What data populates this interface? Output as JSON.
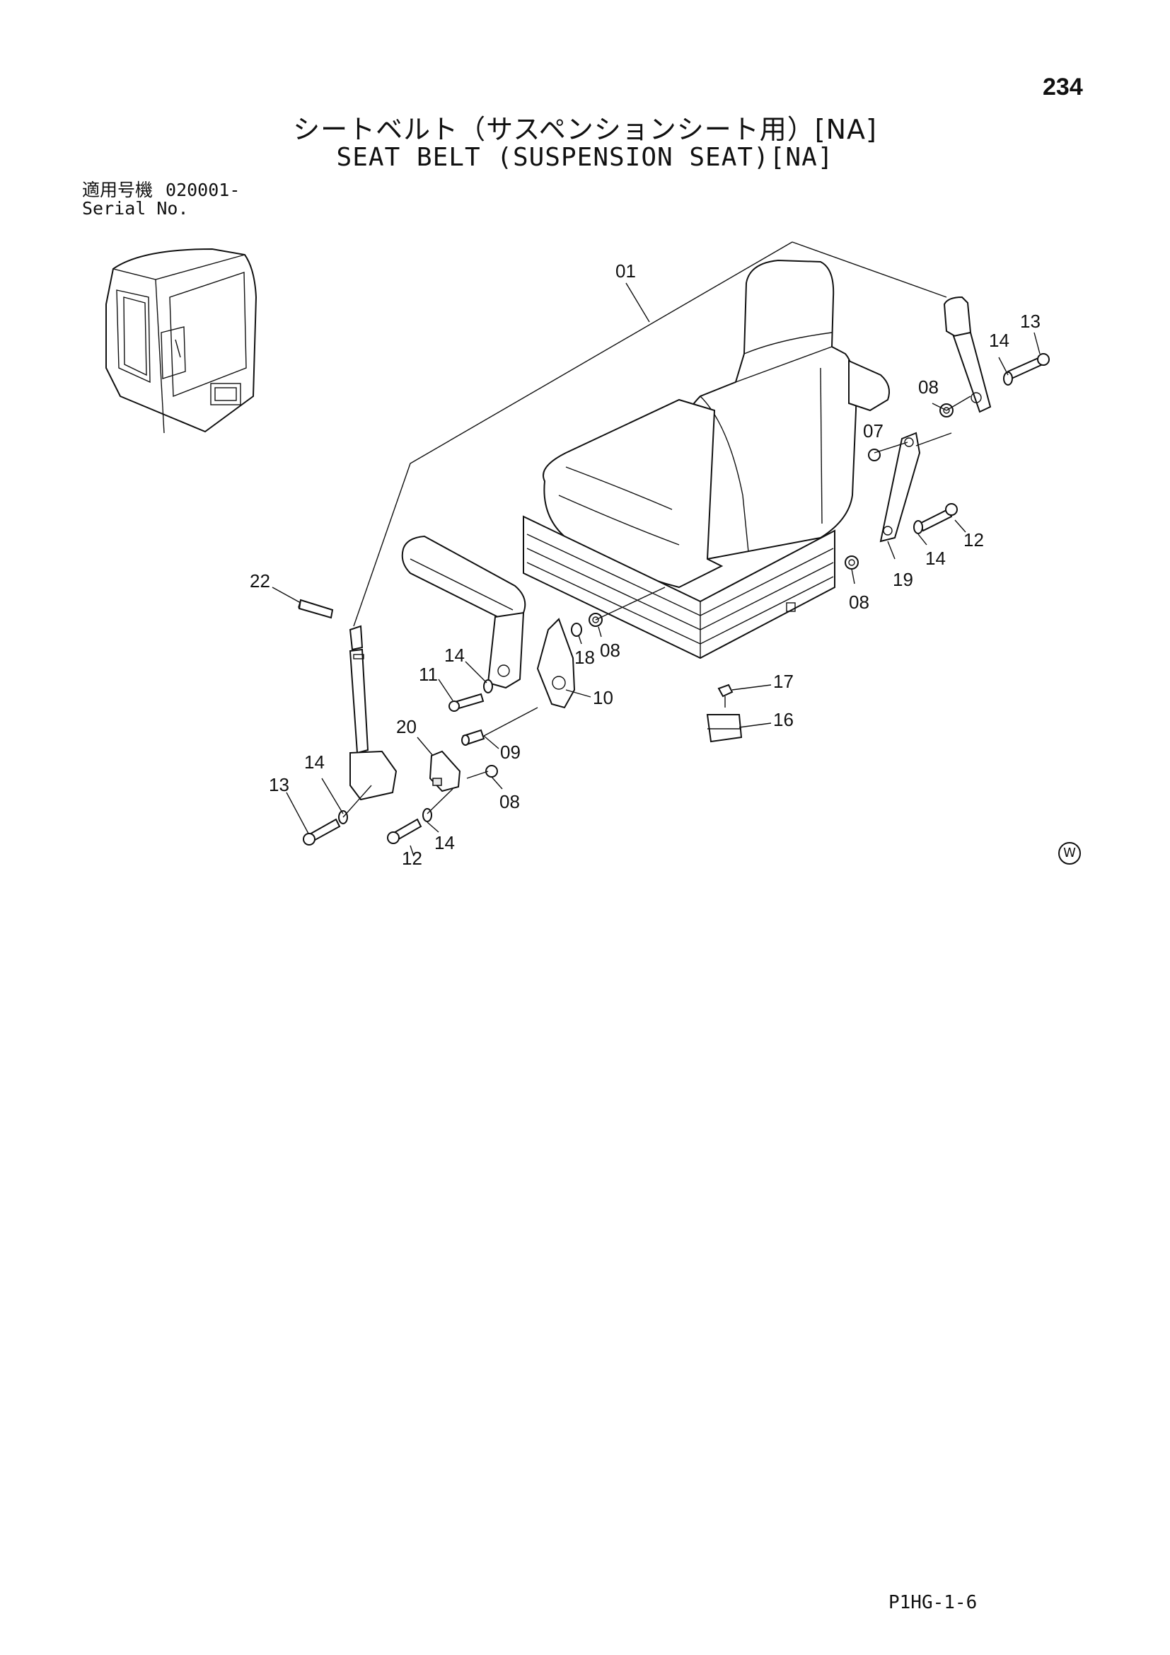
{
  "page_number": "234",
  "title_jp": "シートベルト（サスペンションシート用）[NA]",
  "title_en": "SEAT BELT (SUSPENSION SEAT)[NA]",
  "serial": {
    "label_jp": "適用号機",
    "value": "020001-",
    "label_en": "Serial No."
  },
  "callouts": {
    "c01": "01",
    "c07": "07",
    "c08a": "08",
    "c08b": "08",
    "c08c": "08",
    "c08d": "08",
    "c09": "09",
    "c10": "10",
    "c11": "11",
    "c12a": "12",
    "c12b": "12",
    "c13a": "13",
    "c13b": "13",
    "c14a": "14",
    "c14b": "14",
    "c14c": "14",
    "c14d": "14",
    "c14e": "14",
    "c16": "16",
    "c17": "17",
    "c18": "18",
    "c19": "19",
    "c20": "20",
    "c22": "22"
  },
  "w_mark": "W",
  "doc_code": "P1HG-1-6"
}
